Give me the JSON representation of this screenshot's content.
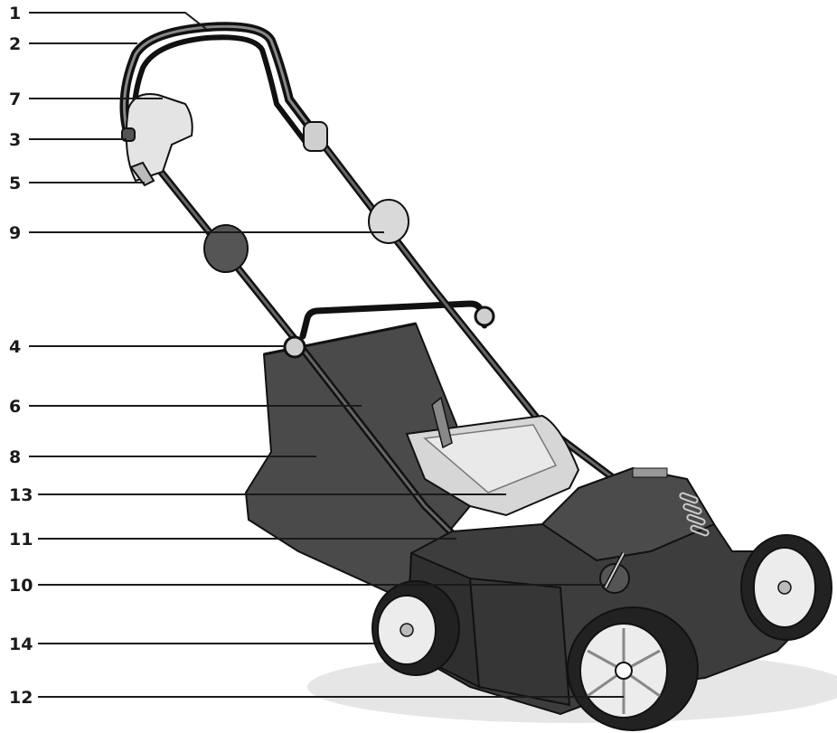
{
  "figure": {
    "subject": "lawn-scarifier",
    "callouts": [
      {
        "label": "1"
      },
      {
        "label": "2"
      },
      {
        "label": "7"
      },
      {
        "label": "3"
      },
      {
        "label": "5"
      },
      {
        "label": "9"
      },
      {
        "label": "4"
      },
      {
        "label": "6"
      },
      {
        "label": "8"
      },
      {
        "label": "13"
      },
      {
        "label": "11"
      },
      {
        "label": "10"
      },
      {
        "label": "14"
      },
      {
        "label": "12"
      }
    ],
    "colors": {
      "body_dark": "#3a3a3a",
      "body_mid": "#555555",
      "bag": "#4a4a4a",
      "highlight": "#d8d8d8",
      "wheel_light": "#eaeaea",
      "outline": "#111111"
    }
  }
}
